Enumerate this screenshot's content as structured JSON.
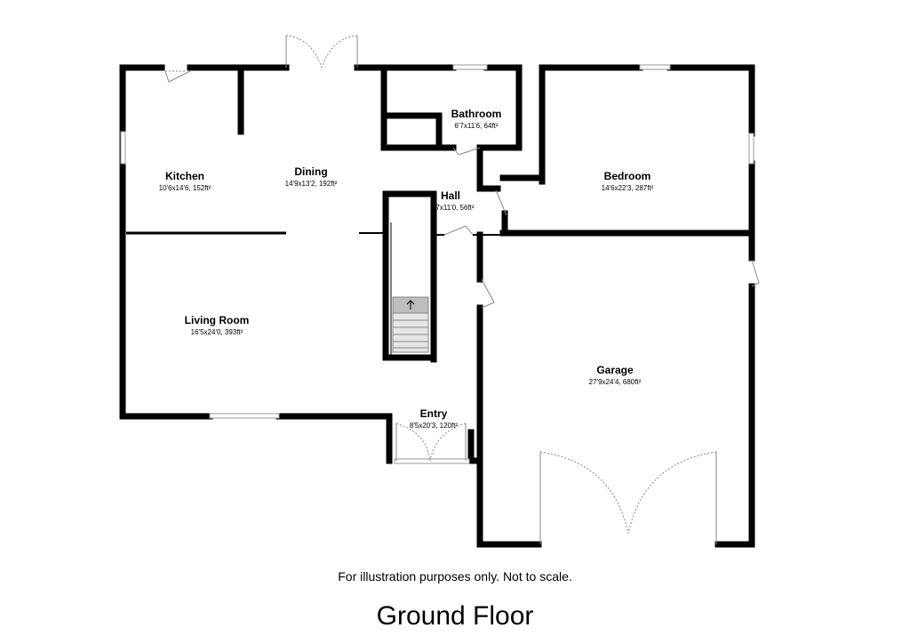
{
  "rooms": {
    "kitchen": {
      "name": "Kitchen",
      "dims": "10'6x14'6, 152ft²"
    },
    "dining": {
      "name": "Dining",
      "dims": "14'9x13'2, 192ft²"
    },
    "bathroom": {
      "name": "Bathroom",
      "dims": "6'7x11'6, 64ft²"
    },
    "bedroom": {
      "name": "Bedroom",
      "dims": "14'6x22'3, 287ft²"
    },
    "hall": {
      "name": "Hall",
      "dims": "7'7x11'0, 56ft²"
    },
    "living": {
      "name": "Living Room",
      "dims": "16'5x24'0, 393ft²"
    },
    "garage": {
      "name": "Garage",
      "dims": "27'9x24'4, 680ft²"
    },
    "entry": {
      "name": "Entry",
      "dims": "8'5x20'3, 120ft²"
    }
  },
  "footer": {
    "note": "For illustration purposes only. Not to scale.",
    "title": "Ground Floor"
  }
}
